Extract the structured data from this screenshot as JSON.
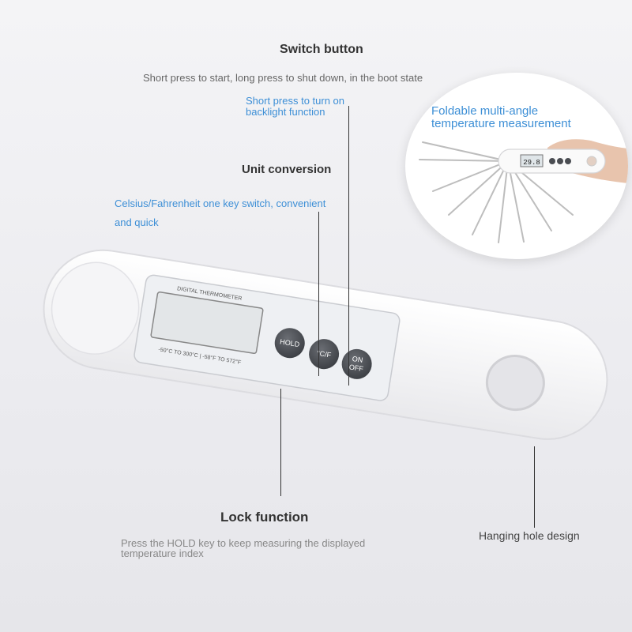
{
  "switch": {
    "title": "Switch button",
    "desc": "Short press to start, long press to shut down, in the boot state",
    "backlight": [
      "Short press to turn on",
      "backlight function"
    ]
  },
  "unit": {
    "title": "Unit conversion",
    "desc": [
      "Celsius/Fahrenheit one key switch, convenient",
      "and quick"
    ]
  },
  "lock": {
    "title": "Lock function",
    "desc": [
      "Press the HOLD key to keep measuring the displayed",
      "temperature index"
    ]
  },
  "hole": {
    "label": "Hanging hole design"
  },
  "inset": {
    "title": [
      "Foldable multi-angle",
      "temperature measurement"
    ],
    "screen_value": "29.8"
  },
  "device": {
    "brand": "DIGITAL THERMOMETER",
    "range": "-50°C TO 300°C | -58°F TO 572°F",
    "buttons": {
      "hold": "HOLD",
      "cf": "°C/F",
      "on": "ON",
      "off": "OFF"
    }
  },
  "colors": {
    "accent_blue": "#3d8fd6",
    "device_body": "#ffffff",
    "button": "#4a4d52"
  }
}
